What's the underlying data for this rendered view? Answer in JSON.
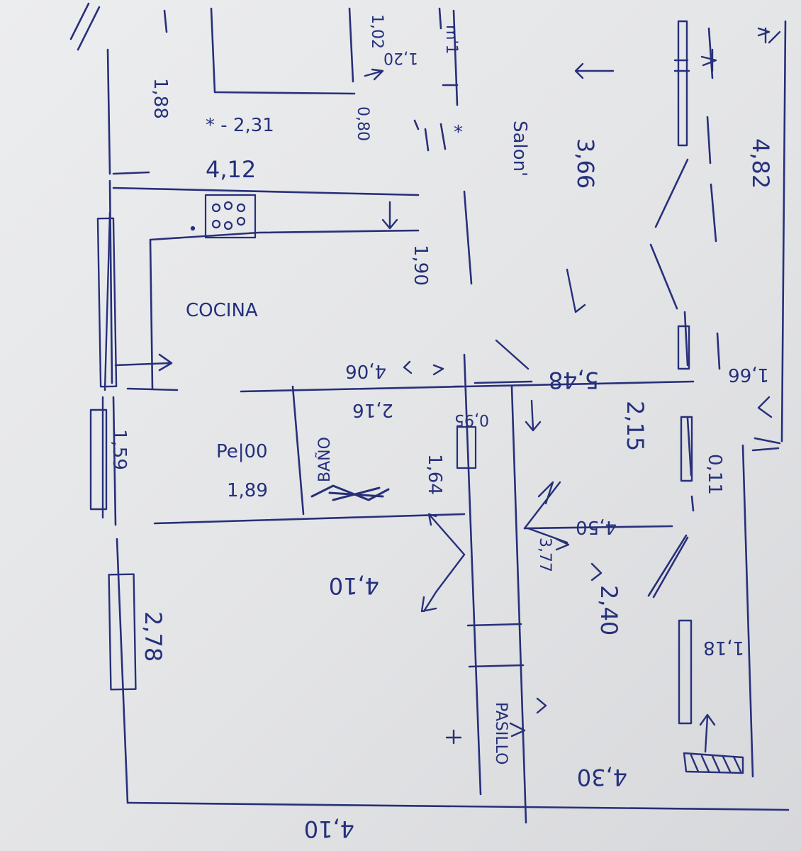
{
  "plan": {
    "rooms": {
      "kitchen": "COCINA",
      "bedroom": "Pe|00",
      "bathroom": "BAÑO",
      "living": "Salon'",
      "hall": "PASILLO"
    },
    "dimensions": {
      "d_2_31": "* - 2,31",
      "d_4_12": "4,12",
      "d_1_88_top": "1,88",
      "d_0_80": "0,80",
      "d_1_20": "1,20",
      "d_1_02": "1,02",
      "d_m1": "m'1",
      "d_1_90": "1,90",
      "d_4_06": "4,06",
      "d_2_16": "2,16",
      "d_1_64": "1,64",
      "d_0_95": "0,95",
      "d_1_59": "1,59",
      "d_1_89": "1,89",
      "d_4_10_mid": "4,10",
      "d_2_78": "2,78",
      "d_4_10_bottom": "4,10",
      "d_3_66": "3,66",
      "d_5_48": "5,48",
      "d_4_82": "4,82",
      "d_1_66": "1,66",
      "d_2_15": "2,15",
      "d_4_50": "4,50",
      "d_3_77": "3,77",
      "d_2_40": "2,40",
      "d_0_11": "0,11",
      "d_1_18": "1,18",
      "d_4_30": "4,30"
    }
  }
}
